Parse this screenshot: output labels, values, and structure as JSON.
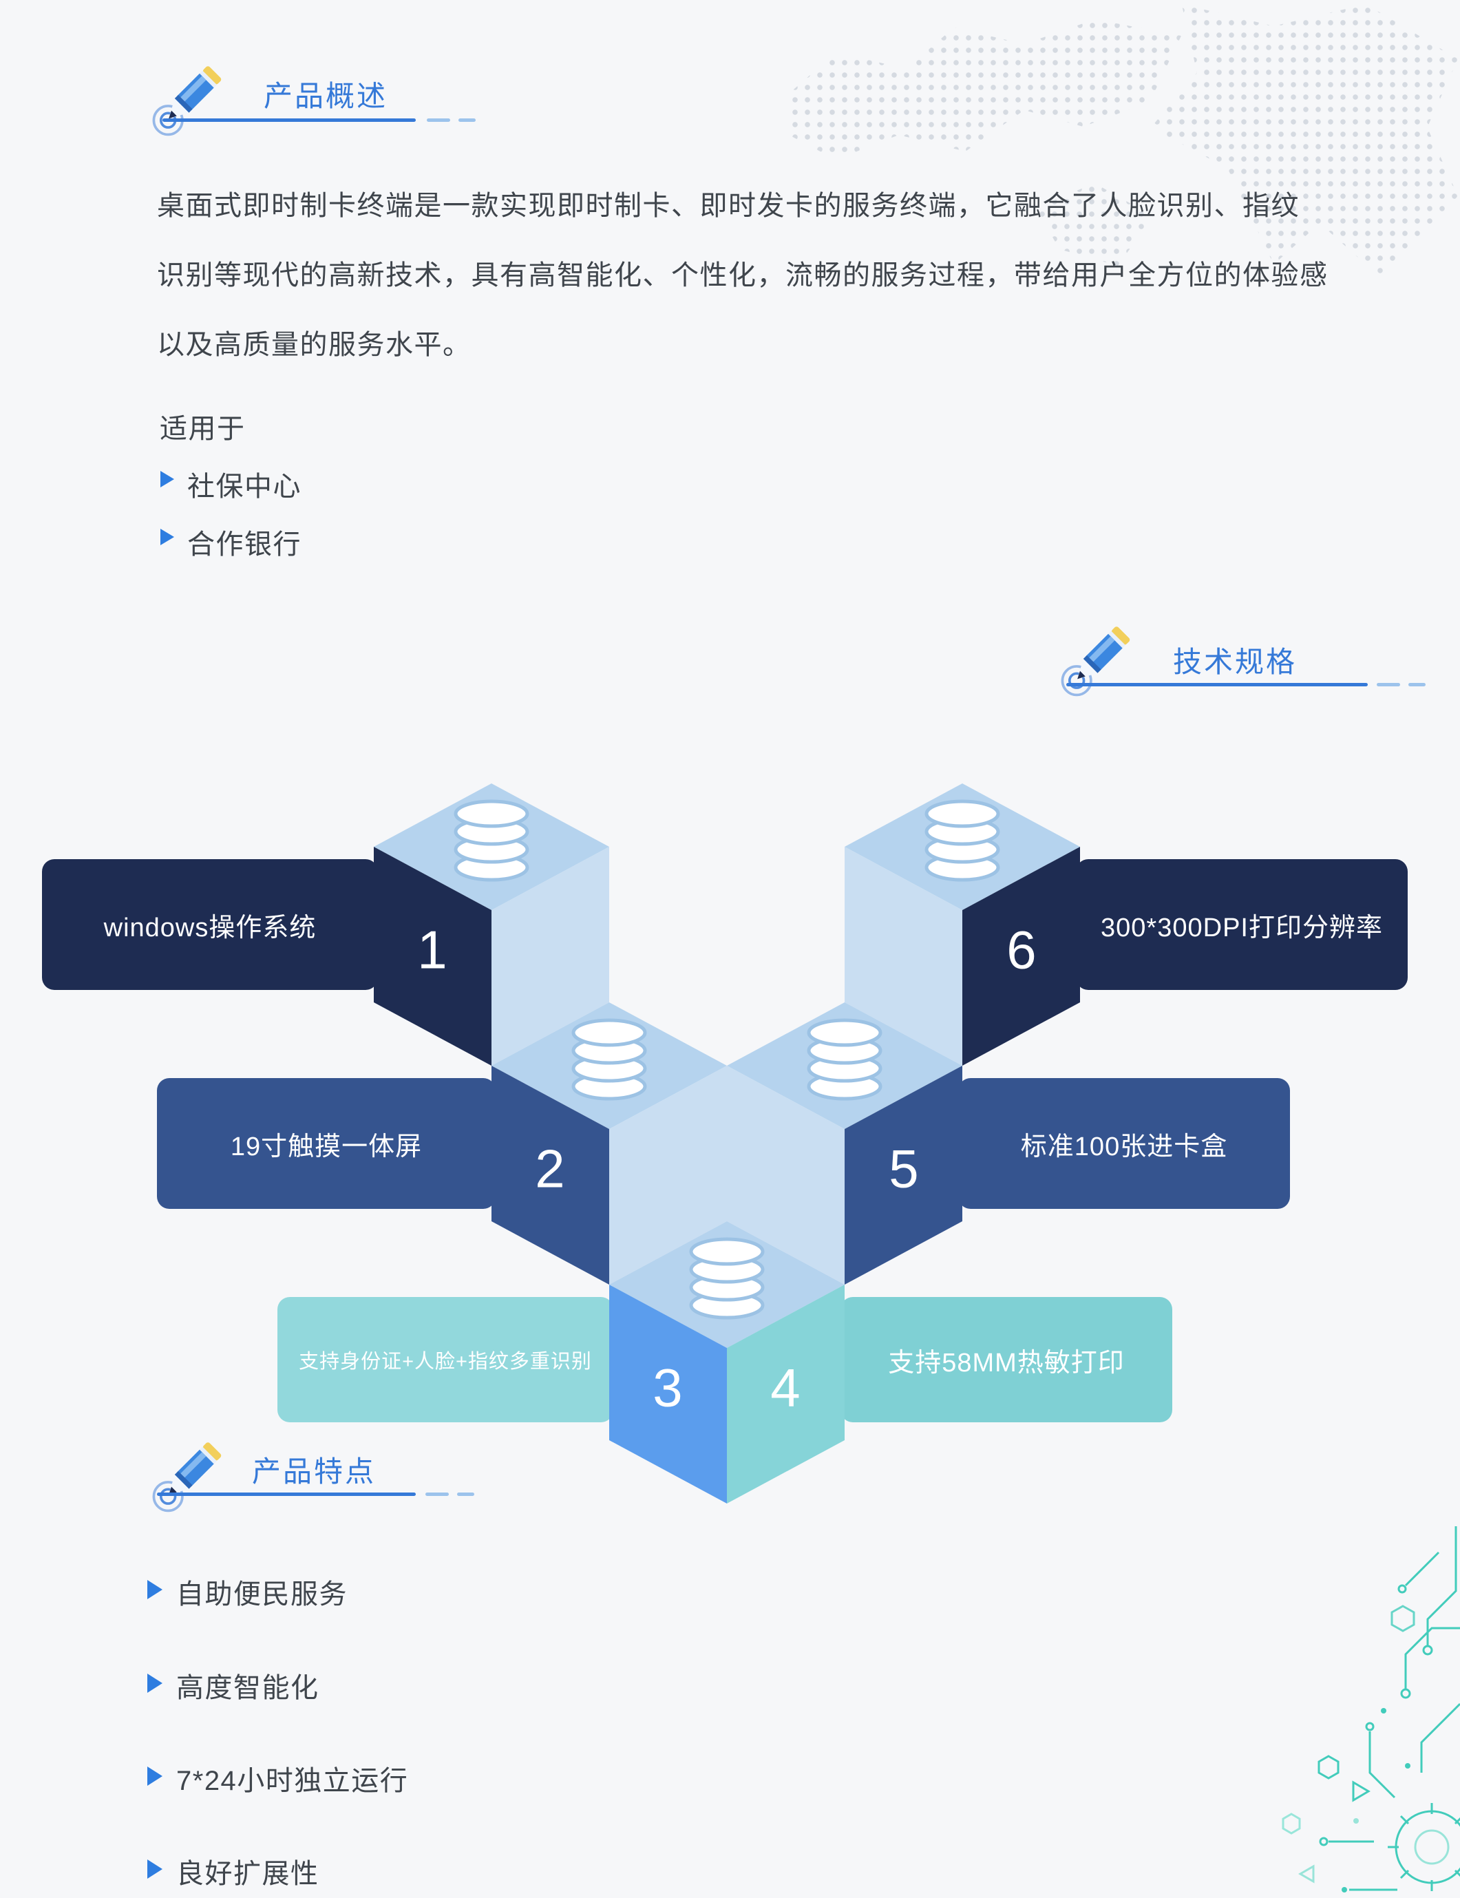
{
  "colors": {
    "background": "#f6f7f9",
    "accent_blue": "#3579d8",
    "underline_dash": "#9cc3ec",
    "body_text": "#3f454c",
    "bullet_blue": "#2e7de0",
    "navy": "#1e2c52",
    "medium_blue": "#35548f",
    "bright_blue": "#5b9ded",
    "teal": "#7fd0d4",
    "light_teal": "#92d8dc",
    "cube_top": "#b5d3ee",
    "cube_side_light": "#c9def2",
    "cylinder_white": "#ffffff",
    "map_dots": "#d5dae1",
    "circuit_teal": "#2fc8b5"
  },
  "overview": {
    "title": "产品概述",
    "paragraph_lines": [
      "桌面式即时制卡终端是一款实现即时制卡、即时发卡的服务终端，它融合了人脸识别、指纹",
      "识别等现代的高新技术，具有高智能化、个性化，流畅的服务过程，带给用户全方位的体验感",
      "以及高质量的服务水平。"
    ],
    "applicable_heading": "适用于",
    "applicable_items": [
      {
        "label": "社保中心"
      },
      {
        "label": "合作银行"
      }
    ]
  },
  "specs": {
    "title": "技术规格",
    "items": [
      {
        "num": "1",
        "label": "windows操作系统"
      },
      {
        "num": "2",
        "label": "19寸触摸一体屏"
      },
      {
        "num": "3",
        "label": "支持身份证+人脸+指纹多重识别"
      },
      {
        "num": "4",
        "label": "支持58MM热敏打印"
      },
      {
        "num": "5",
        "label": "标准100张进卡盒"
      },
      {
        "num": "6",
        "label": "300*300DPI打印分辨率"
      }
    ]
  },
  "features": {
    "title": "产品特点",
    "items": [
      {
        "label": "自助便民服务"
      },
      {
        "label": "高度智能化"
      },
      {
        "label": "7*24小时独立运行"
      },
      {
        "label": "良好扩展性"
      }
    ]
  }
}
